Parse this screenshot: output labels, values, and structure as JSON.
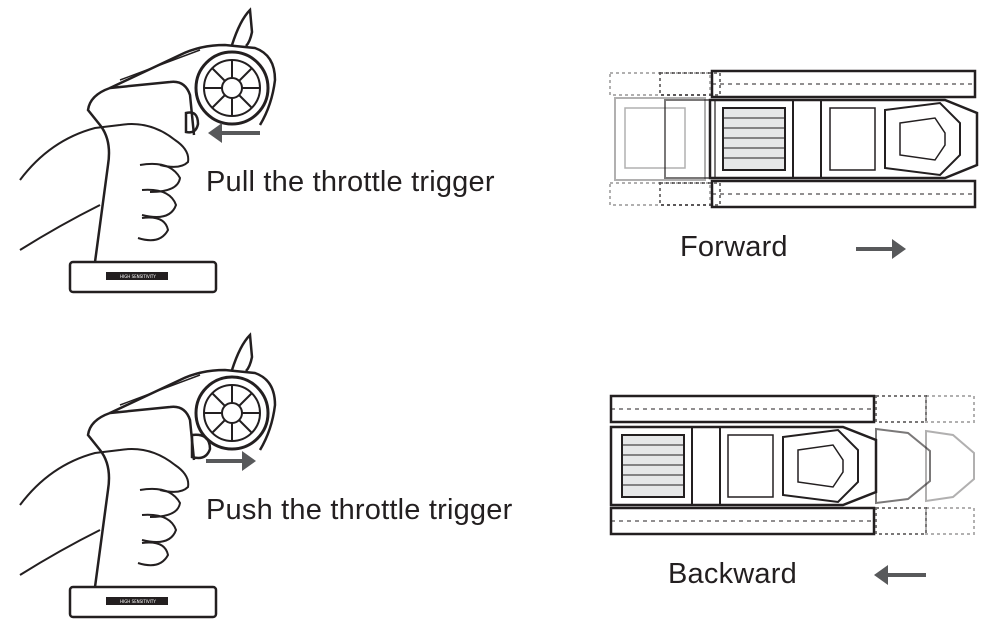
{
  "sections": [
    {
      "instruction": "Pull the throttle trigger",
      "direction_label": "Forward",
      "trigger_arrow": "left-arrow-icon",
      "direction_arrow": "right-arrow-icon"
    },
    {
      "instruction": "Push the  throttle trigger",
      "direction_label": "Backward",
      "trigger_arrow": "right-arrow-icon",
      "direction_arrow": "left-arrow-icon"
    }
  ],
  "remote_base_text": "HIGH SENSITIVITY",
  "colors": {
    "line": "#231f20",
    "arrow": "#58595b",
    "ghost": "#bcbec0"
  }
}
